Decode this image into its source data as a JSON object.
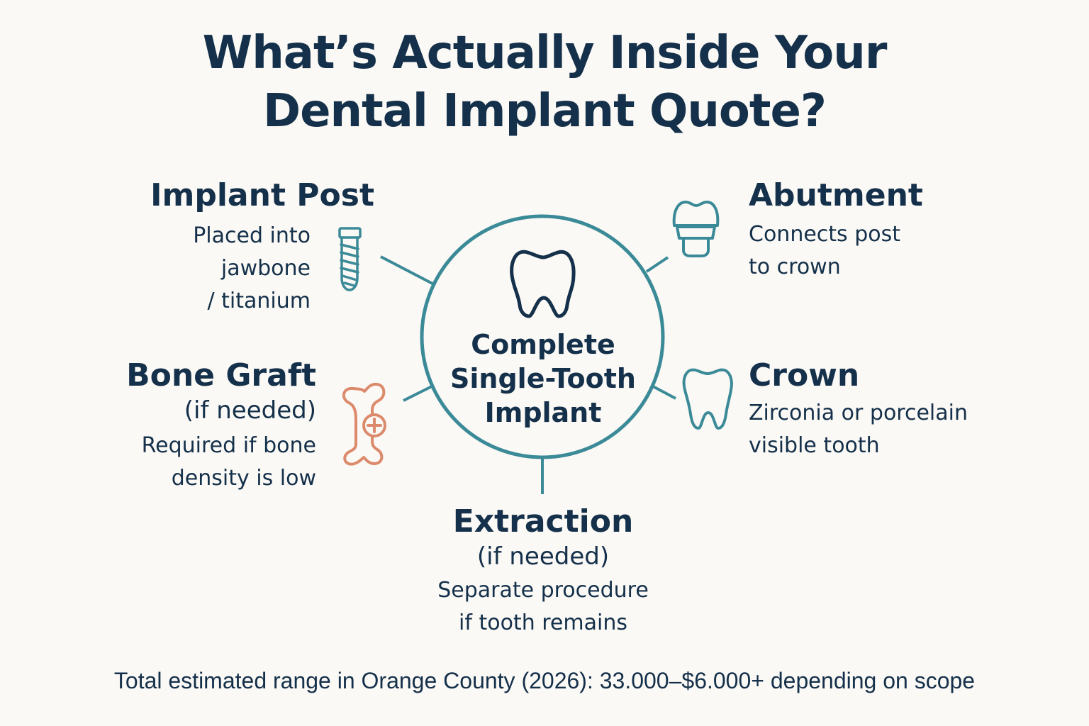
{
  "title": {
    "line1": "What’s Actually Inside Your",
    "line2": "Dental Implant Quote?"
  },
  "center": {
    "line1": "Complete",
    "line2": "Single-Tooth",
    "line3": "Implant",
    "icon": "tooth-icon"
  },
  "components": {
    "implant_post": {
      "heading": "Implant Post",
      "desc_lines": [
        "Placed into",
        "jawbone",
        "/ titanium"
      ],
      "icon": "implant-screw-icon"
    },
    "abutment": {
      "heading": "Abutment",
      "desc_lines": [
        "Connects post",
        "to crown"
      ],
      "icon": "abutment-icon"
    },
    "bone_graft": {
      "heading": "Bone Graft",
      "qualifier": "(if needed)",
      "desc_lines": [
        "Required if bone",
        "density is low"
      ],
      "icon": "bone-plus-icon"
    },
    "crown": {
      "heading": "Crown",
      "desc_lines": [
        "Zirconia or porcelain",
        "visible tooth"
      ],
      "icon": "crown-tooth-icon"
    },
    "extraction": {
      "heading": "Extraction",
      "qualifier": "(if needed)",
      "desc_lines": [
        "Separate procedure",
        "if tooth remains"
      ]
    }
  },
  "footer": "Total estimated range in Orange County (2026): 33.000–$6.000+ depending on scope",
  "colors": {
    "navy": "#14304a",
    "teal": "#3b8a98",
    "bone_orange": "#dc8a6c",
    "background": "#fbf9f5"
  }
}
